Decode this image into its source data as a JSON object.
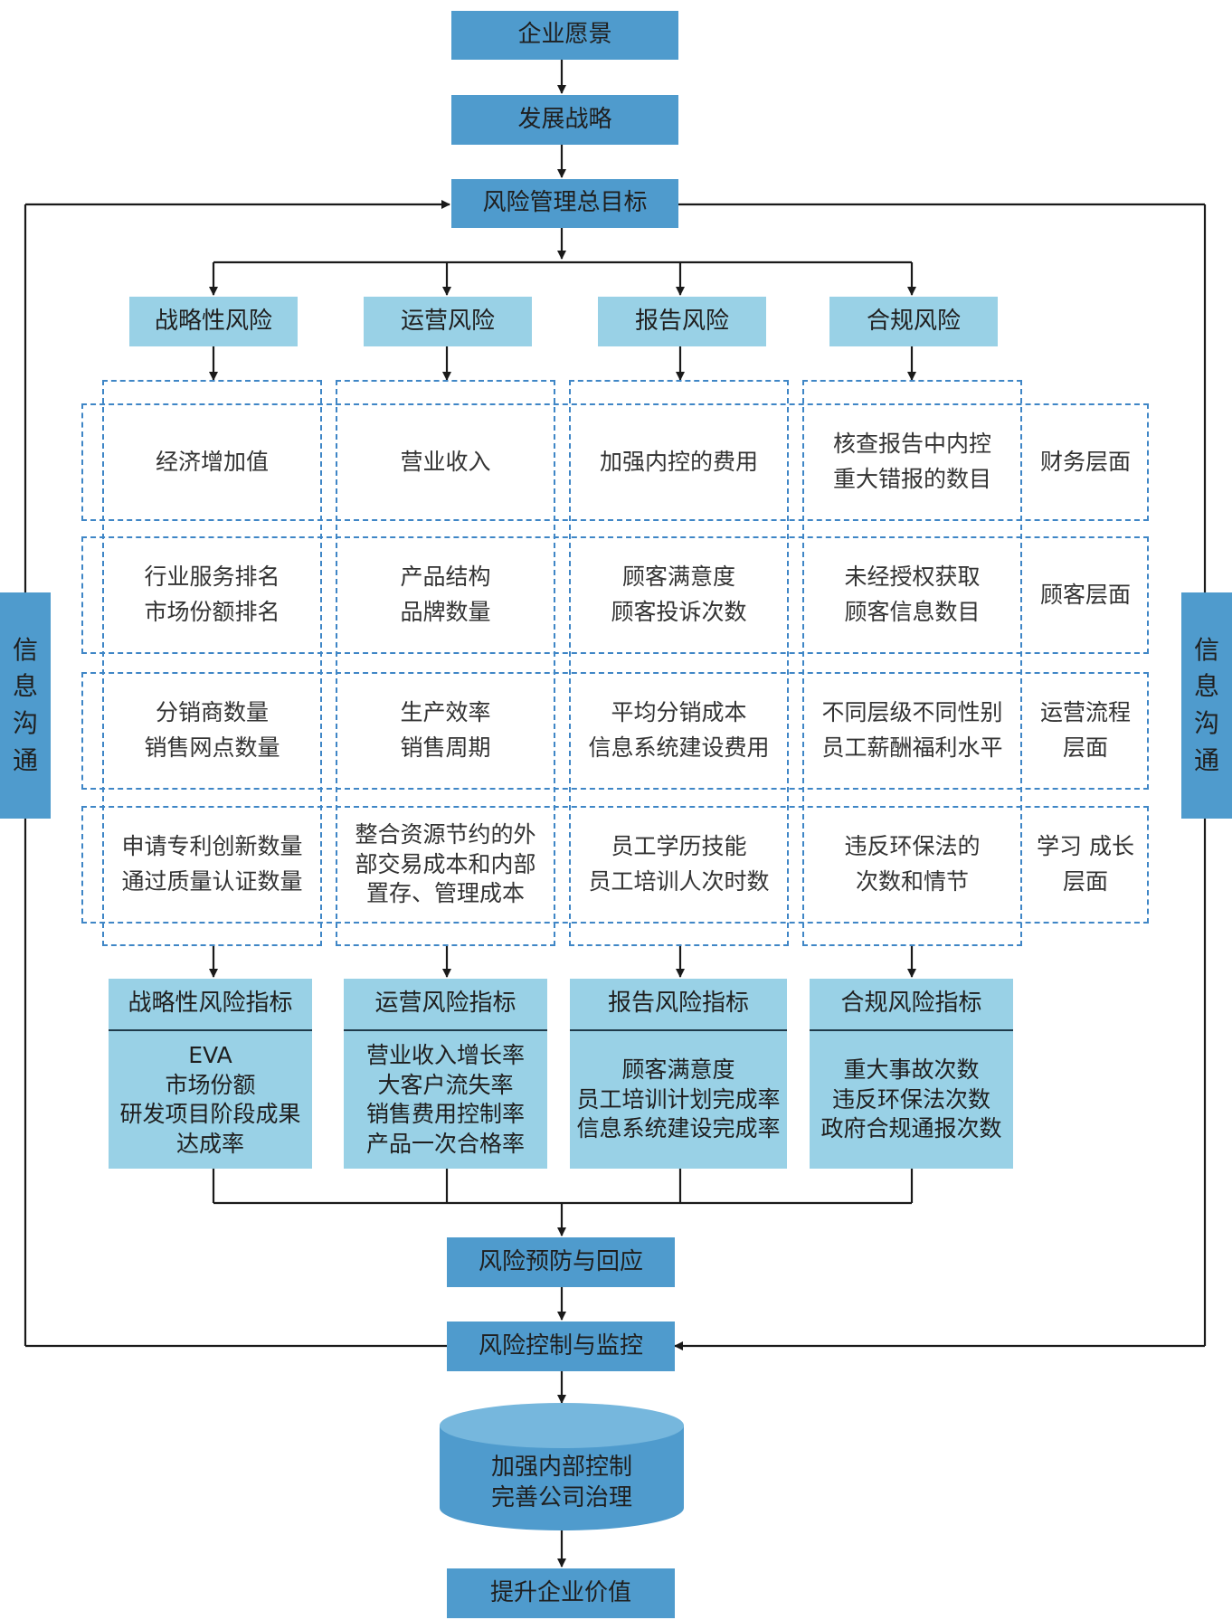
{
  "flow": {
    "vision": "企业愿景",
    "strategy": "发展战略",
    "goal": "风险管理总目标",
    "prevention": "风险预防与回应",
    "control": "风险控制与监控",
    "internal": "加强内部控制\n完善公司治理",
    "value": "提升企业价值"
  },
  "side_label": "信\n息\n沟\n通",
  "risks": [
    "战略性风险",
    "运营风险",
    "报告风险",
    "合规风险"
  ],
  "matrix": {
    "rows": [
      {
        "dimension": "财务层面",
        "cells": [
          "经济增加值",
          "营业收入",
          "加强内控的费用",
          "核查报告中内控\n重大错报的数目"
        ]
      },
      {
        "dimension": "顾客层面",
        "cells": [
          "行业服务排名\n市场份额排名",
          "产品结构\n品牌数量",
          "顾客满意度\n顾客投诉次数",
          "未经授权获取\n顾客信息数目"
        ]
      },
      {
        "dimension": "运营流程\n层面",
        "cells": [
          "分销商数量\n销售网点数量",
          "生产效率\n销售周期",
          "平均分销成本\n信息系统建设费用",
          "不同层级不同性别\n员工薪酬福利水平"
        ]
      },
      {
        "dimension": "学习 成长\n层面",
        "cells": [
          "申请专利创新数量\n通过质量认证数量",
          "整合资源节约的外\n部交易成本和内部\n置存、管理成本",
          "员工学历技能\n员工培训人次时数",
          "违反环保法的\n次数和情节"
        ]
      }
    ]
  },
  "indicators": [
    {
      "title": "战略性风险指标",
      "items": "EVA\n市场份额\n研发项目阶段成果\n达成率"
    },
    {
      "title": "运营风险指标",
      "items": "营业收入增长率\n大客户流失率\n销售费用控制率\n产品一次合格率"
    },
    {
      "title": "报告风险指标",
      "items": "顾客满意度\n员工培训计划完成率\n信息系统建设完成率"
    },
    {
      "title": "合规风险指标",
      "items": "重大事故次数\n违反环保法次数\n政府合规通报次数"
    }
  ],
  "colors": {
    "dark_box": "#4f9bcd",
    "light_box": "#99d1e6",
    "dashed_border": "#3f86c6",
    "line": "#1a1a1a"
  }
}
